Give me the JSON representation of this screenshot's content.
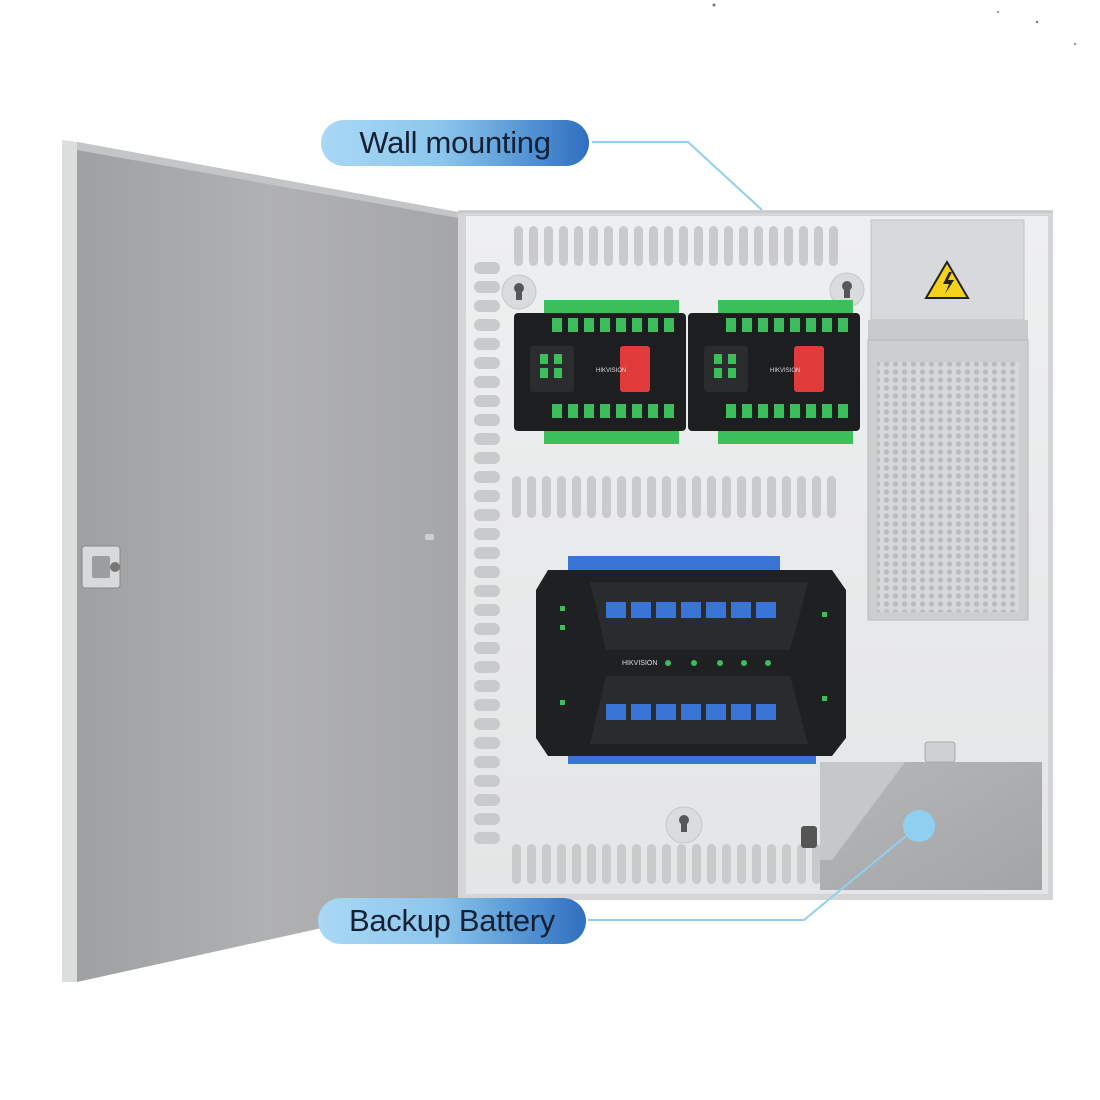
{
  "callouts": {
    "wall_mounting": "Wall mounting",
    "backup_battery": "Backup Battery"
  },
  "boards": {
    "brand": "HIKVISION"
  },
  "colors": {
    "callout_light": "#a9d8f5",
    "callout_dark": "#2f6fbf",
    "leader_line": "#8fd0f0",
    "cabinet_door": "#a7a8aa",
    "cabinet_body": "#ecedee",
    "terminal_green": "#3cbf5a",
    "terminal_blue": "#3a74d6",
    "dip_switch_red": "#e03a3a",
    "warning_yellow": "#f6d21a"
  }
}
